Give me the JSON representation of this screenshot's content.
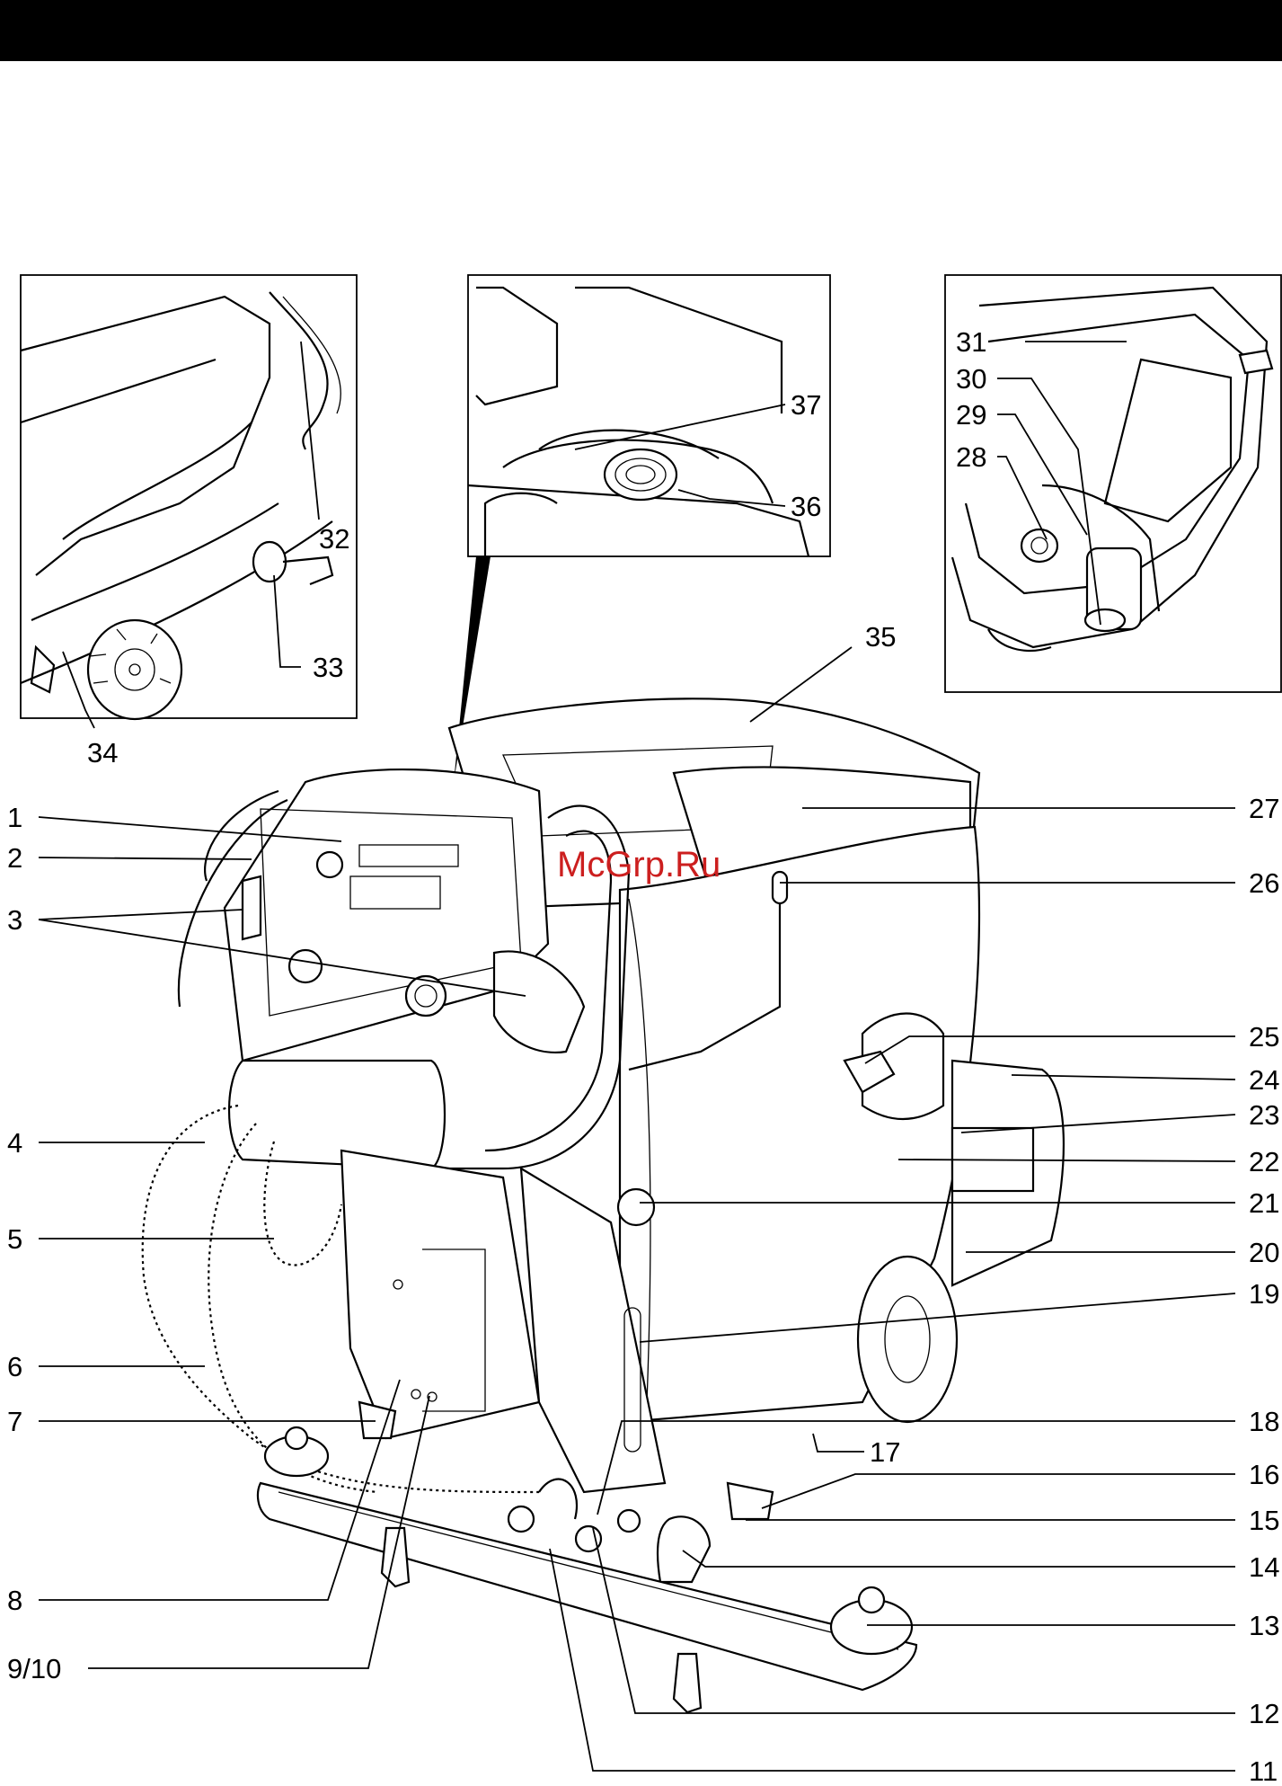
{
  "watermark": "McGrp.Ru",
  "callouts": [
    {
      "id": "1",
      "text": "1"
    },
    {
      "id": "2",
      "text": "2"
    },
    {
      "id": "3",
      "text": "3"
    },
    {
      "id": "4",
      "text": "4"
    },
    {
      "id": "5",
      "text": "5"
    },
    {
      "id": "6",
      "text": "6"
    },
    {
      "id": "7",
      "text": "7"
    },
    {
      "id": "8",
      "text": "8"
    },
    {
      "id": "9-10",
      "text": "9/10"
    },
    {
      "id": "11",
      "text": "11"
    },
    {
      "id": "12",
      "text": "12"
    },
    {
      "id": "13",
      "text": "13"
    },
    {
      "id": "14",
      "text": "14"
    },
    {
      "id": "15",
      "text": "15"
    },
    {
      "id": "16",
      "text": "16"
    },
    {
      "id": "17",
      "text": "17"
    },
    {
      "id": "18",
      "text": "18"
    },
    {
      "id": "19",
      "text": "19"
    },
    {
      "id": "20",
      "text": "20"
    },
    {
      "id": "21",
      "text": "21"
    },
    {
      "id": "22",
      "text": "22"
    },
    {
      "id": "23",
      "text": "23"
    },
    {
      "id": "24",
      "text": "24"
    },
    {
      "id": "25",
      "text": "25"
    },
    {
      "id": "26",
      "text": "26"
    },
    {
      "id": "27",
      "text": "27"
    },
    {
      "id": "28",
      "text": "28"
    },
    {
      "id": "29",
      "text": "29"
    },
    {
      "id": "30",
      "text": "30"
    },
    {
      "id": "31",
      "text": "31"
    },
    {
      "id": "32",
      "text": "32"
    },
    {
      "id": "33",
      "text": "33"
    },
    {
      "id": "34",
      "text": "34"
    },
    {
      "id": "35",
      "text": "35"
    },
    {
      "id": "36",
      "text": "36"
    },
    {
      "id": "37",
      "text": "37"
    }
  ]
}
